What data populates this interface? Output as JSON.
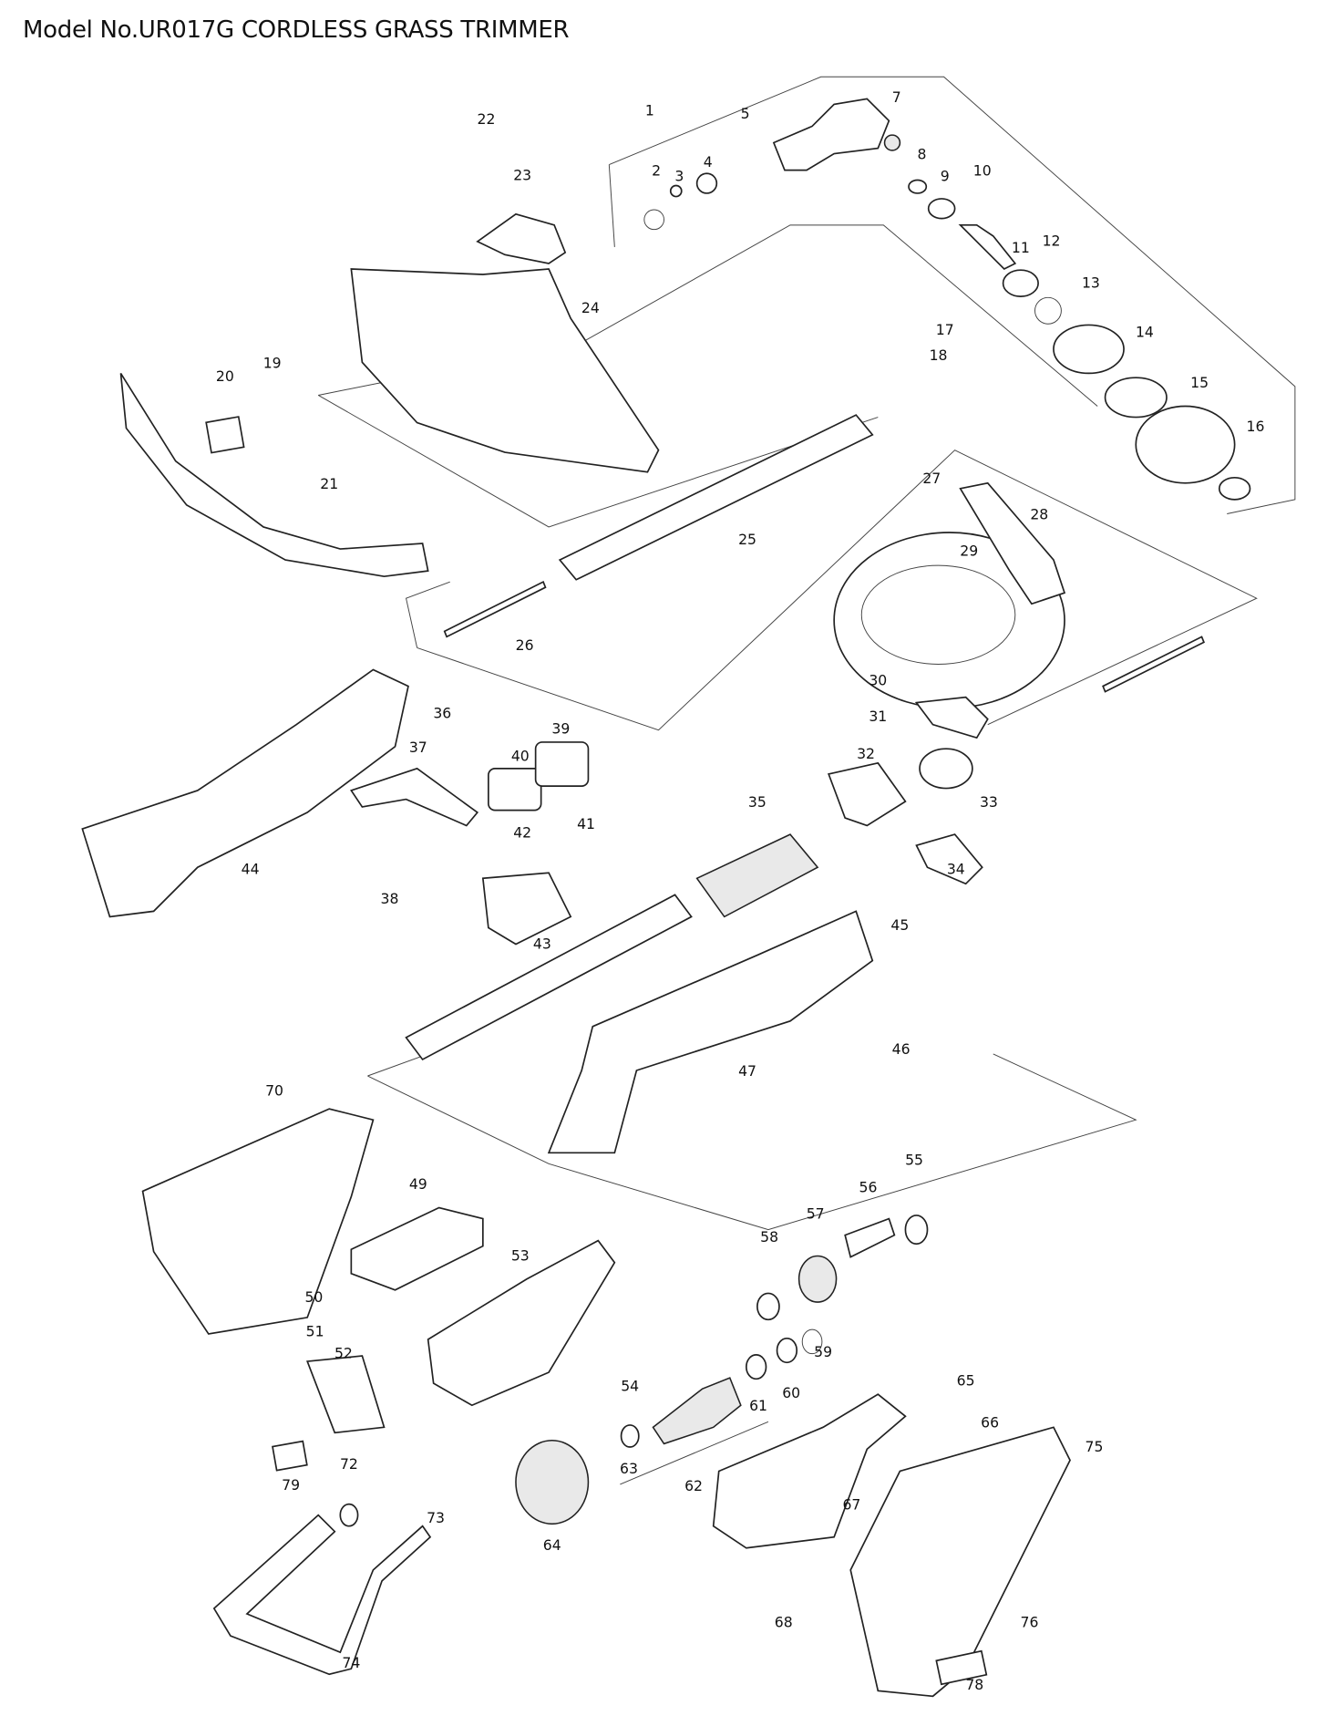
{
  "title": "Model No.UR017G CORDLESS GRASS TRIMMER",
  "part_numbers": [
    "1",
    "2",
    "3",
    "4",
    "5",
    "7",
    "8",
    "9",
    "10",
    "11",
    "12",
    "13",
    "14",
    "15",
    "16",
    "17",
    "18",
    "19",
    "20",
    "21",
    "22",
    "23",
    "24",
    "25",
    "26",
    "27",
    "28",
    "29",
    "30",
    "31",
    "32",
    "33",
    "34",
    "35",
    "36",
    "37",
    "38",
    "39",
    "40",
    "41",
    "42",
    "43",
    "44",
    "45",
    "46",
    "47",
    "49",
    "50",
    "51",
    "52",
    "53",
    "54",
    "55",
    "56",
    "57",
    "58",
    "59",
    "60",
    "61",
    "62",
    "63",
    "64",
    "65",
    "66",
    "67",
    "68",
    "70",
    "72",
    "73",
    "74",
    "75",
    "76",
    "78",
    "79"
  ]
}
